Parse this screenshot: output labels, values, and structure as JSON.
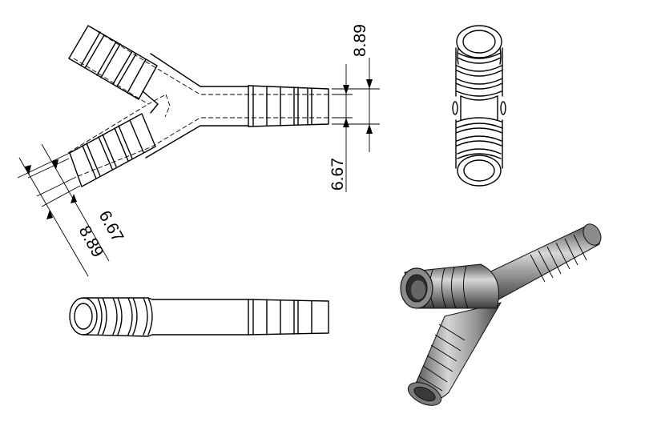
{
  "dimensions": {
    "right_outer": "8.89",
    "right_inner": "6.67",
    "left_inner": "6.67",
    "left_outer": "8.89"
  },
  "colors": {
    "line": "#000000",
    "metal_light": "#d9d9d9",
    "metal_mid": "#9a9a9a",
    "metal_dark": "#4a4a4a"
  }
}
